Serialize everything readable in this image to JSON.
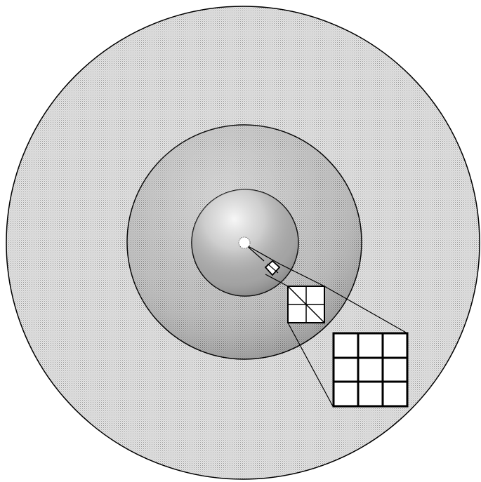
{
  "diagram": {
    "description_items": [
      "outer-sphere",
      "middle-sphere",
      "inner-sphere",
      "core-point",
      "zoom-levels"
    ],
    "colors": {
      "background": "#ffffff",
      "outline": "#000000",
      "outer_fill": "#d9d9d9",
      "middle_fill": "#b8b8b8",
      "inner_fill": "#a8a8a8",
      "highlight": "#f2f2f2",
      "cell_fill": "#ffffff"
    },
    "zoom_levels": [
      {
        "name": "level-1",
        "grid": [
          1,
          1
        ],
        "diagonal": true
      },
      {
        "name": "level-2",
        "grid": [
          2,
          2
        ],
        "diagonal": true
      },
      {
        "name": "level-3",
        "grid": [
          3,
          3
        ],
        "diagonal": false
      }
    ]
  }
}
